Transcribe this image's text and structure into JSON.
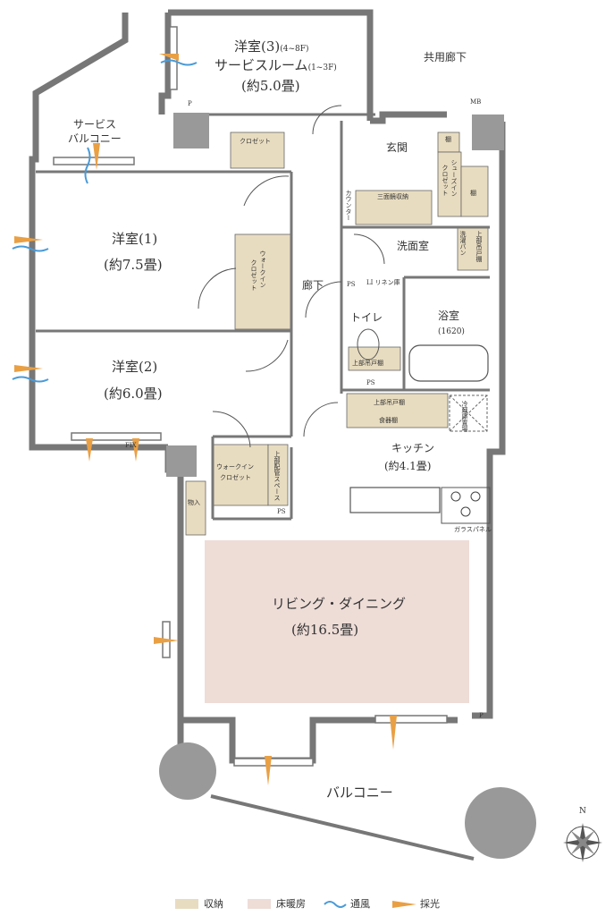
{
  "rooms": {
    "room3_name": "洋室(3)",
    "room3_floors_a": "(4~8F)",
    "room3_service": "サービスルーム",
    "room3_floors_b": "(1~3F)",
    "room3_size": "(約5.0畳)",
    "service_balcony": "サービス",
    "service_balcony_2": "バルコニー",
    "room1_name": "洋室(1)",
    "room1_size": "(約7.5畳)",
    "room2_name": "洋室(2)",
    "room2_size": "(約6.0畳)",
    "entrance": "玄関",
    "common_corridor": "共用廊下",
    "washroom": "洗面室",
    "hallway": "廊下",
    "toilet": "トイレ",
    "bathroom": "浴室",
    "bath_size": "(1620)",
    "kitchen": "キッチン",
    "kitchen_size": "(約4.1畳)",
    "living": "リビング・ダイニング",
    "living_size": "(約16.5畳)",
    "balcony": "バルコニー"
  },
  "fixtures": {
    "closet": "クロゼット",
    "wic1": "ウォークイン",
    "wic1b": "クロゼット",
    "wic2": "ウォークイン",
    "wic2b": "クロゼット",
    "upper_storage": "上部配管スペース",
    "shoes_in": "シューズイン",
    "shoes_in_b": "クロゼット",
    "shelf": "棚",
    "shelf2": "棚",
    "counter": "カウンター",
    "three_mirror": "三面鏡収納",
    "laundry_pan": "洗濯パン",
    "upper_cabinet": "上部吊戸棚",
    "linen": "LI リネン庫",
    "toilet_cabinet": "上部吊戸棚",
    "kitchen_upper": "上部吊戸棚",
    "pantry": "食器棚",
    "fridge": "冷蔵庫置場",
    "glass_panel": "ガラスパネル",
    "storage": "物入",
    "ps1": "PS",
    "ps2": "PS",
    "ps3": "PS",
    "p1": "P",
    "p2": "P",
    "mb": "MB",
    "fix": "FIX"
  },
  "compass": "N",
  "legend": {
    "storage": "収納",
    "floor_heating": "床暖房",
    "ventilation": "通風",
    "daylight": "採光"
  },
  "colors": {
    "storage": "#e8dcc0",
    "floor_heating": "#eedcd7",
    "ventilation": "#4a9bd8",
    "daylight": "#e9a045",
    "wall": "#777777"
  }
}
